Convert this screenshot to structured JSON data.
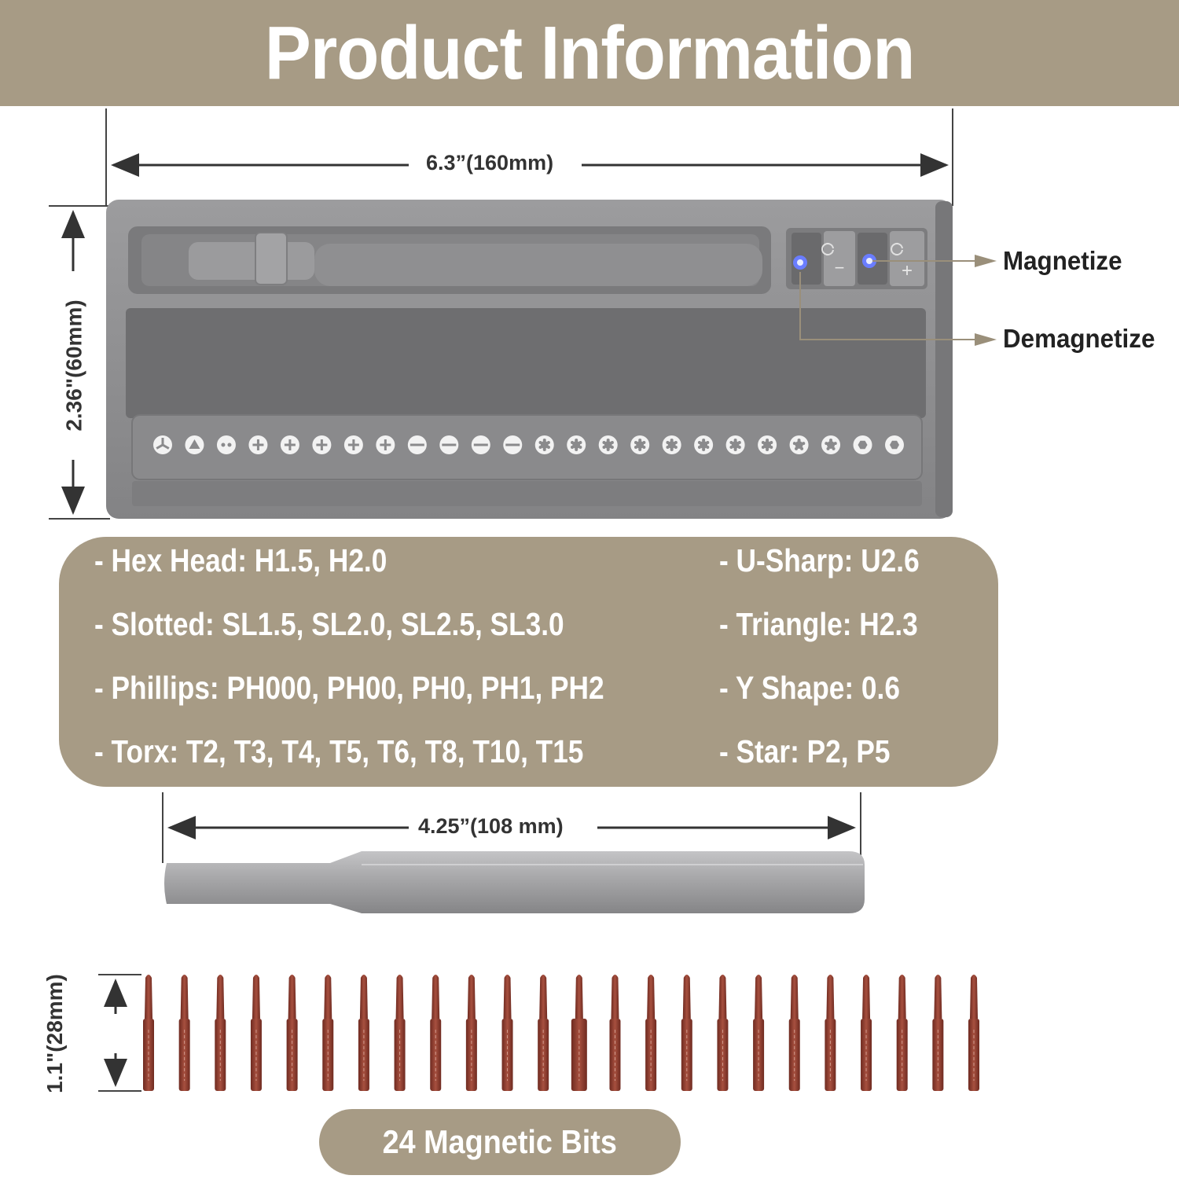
{
  "header": {
    "title": "Product Information"
  },
  "dimensions": {
    "case_width": "6.3”(160mm)",
    "case_height": "2.36\"(60mm)",
    "handle_length": "4.25”(108 mm)",
    "bit_length": "1.1\"(28mm)"
  },
  "callouts": {
    "magnetize": "Magnetize",
    "demagnetize": "Demagnetize"
  },
  "magnet_buttons": {
    "minus": "−",
    "plus": "+"
  },
  "specs": {
    "left": [
      "- Hex Head: H1.5, H2.0",
      "- Slotted: SL1.5, SL2.0, SL2.5, SL3.0",
      "- Phillips: PH000, PH00, PH0, PH1, PH2",
      "- Torx: T2, T3, T4, T5, T6, T8, T10, T15"
    ],
    "right": [
      "- U-Sharp: U2.6",
      "- Triangle: H2.3",
      "- Y Shape: 0.6",
      "- Star: P2, P5"
    ]
  },
  "tray_slots": [
    "Y",
    "tri",
    "U",
    "PH",
    "PH",
    "PH",
    "PH",
    "PH",
    "SL",
    "SL",
    "SL",
    "SL",
    "T",
    "T",
    "T",
    "T",
    "T",
    "T",
    "T",
    "T",
    "P",
    "P",
    "H",
    "H"
  ],
  "bits_count": 24,
  "footer": {
    "label": "24  Magnetic Bits"
  },
  "colors": {
    "accent": "#a79b85",
    "case": "#8f8f91",
    "bit": "#8b3a2e",
    "led": "#6a7dff"
  }
}
